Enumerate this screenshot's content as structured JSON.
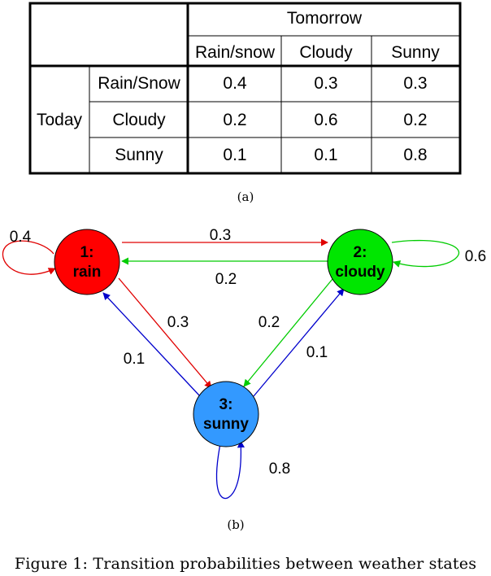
{
  "table": {
    "column_group": "Tomorrow",
    "row_group": "Today",
    "columns": [
      "Rain/snow",
      "Cloudy",
      "Sunny"
    ],
    "rows": [
      {
        "label": "Rain/Snow",
        "values": [
          "0.4",
          "0.3",
          "0.3"
        ]
      },
      {
        "label": "Cloudy",
        "values": [
          "0.2",
          "0.6",
          "0.2"
        ]
      },
      {
        "label": "Sunny",
        "values": [
          "0.1",
          "0.1",
          "0.8"
        ]
      }
    ],
    "caption": "(a)"
  },
  "diagram": {
    "nodes": [
      {
        "id": "rain",
        "line1": "1:",
        "line2": "rain",
        "color": "#ff0000"
      },
      {
        "id": "cloudy",
        "line1": "2:",
        "line2": "cloudy",
        "color": "#00e600"
      },
      {
        "id": "sunny",
        "line1": "3:",
        "line2": "sunny",
        "color": "#3399ff"
      }
    ],
    "edges": [
      {
        "from": "rain",
        "to": "rain",
        "label": "0.4",
        "color": "#e00000"
      },
      {
        "from": "rain",
        "to": "cloudy",
        "label": "0.3",
        "color": "#e00000"
      },
      {
        "from": "cloudy",
        "to": "rain",
        "label": "0.2",
        "color": "#00cc00"
      },
      {
        "from": "cloudy",
        "to": "cloudy",
        "label": "0.6",
        "color": "#00cc00"
      },
      {
        "from": "rain",
        "to": "sunny",
        "label": "0.3",
        "color": "#e00000"
      },
      {
        "from": "sunny",
        "to": "rain",
        "label": "0.1",
        "color": "#0000cc"
      },
      {
        "from": "cloudy",
        "to": "sunny",
        "label": "0.2",
        "color": "#00cc00"
      },
      {
        "from": "sunny",
        "to": "cloudy",
        "label": "0.1",
        "color": "#0000cc"
      },
      {
        "from": "sunny",
        "to": "sunny",
        "label": "0.8",
        "color": "#0000cc"
      }
    ],
    "caption": "(b)"
  },
  "figure_caption": "Figure 1: Transition probabilities between weather states"
}
